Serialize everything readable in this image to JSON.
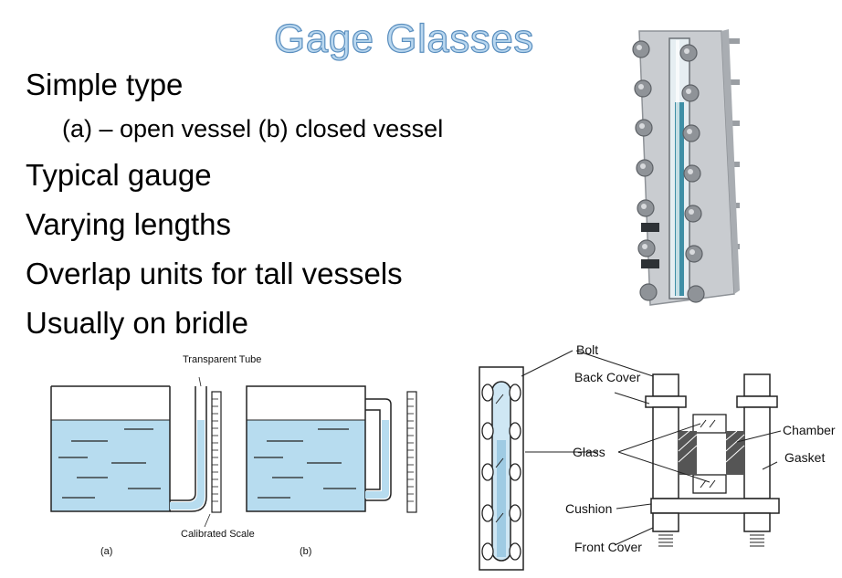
{
  "title": "Gage Glasses",
  "bullets": [
    "Simple type",
    "(a) – open vessel  (b) closed vessel",
    "Typical gauge",
    "Varying lengths",
    "Overlap units for tall vessels",
    "Usually on bridle"
  ],
  "simple_diagram": {
    "transparent_tube": "Transparent Tube",
    "calibrated_scale": "Calibrated Scale",
    "caption_a": "(a)",
    "caption_b": "(b)"
  },
  "gauge_diagram": {
    "bolt": "Bolt",
    "back_cover": "Back Cover",
    "glass": "Glass",
    "cushion": "Cushion",
    "front_cover": "Front Cover",
    "chamber": "Chamber",
    "gasket": "Gasket"
  },
  "colors": {
    "title_fill": "#b9d7ef",
    "title_outline": "#5b8fbf",
    "water": "#b7dcef",
    "gauge_metal": "#c9ccd0",
    "gauge_glass": "#3f8fa6"
  }
}
